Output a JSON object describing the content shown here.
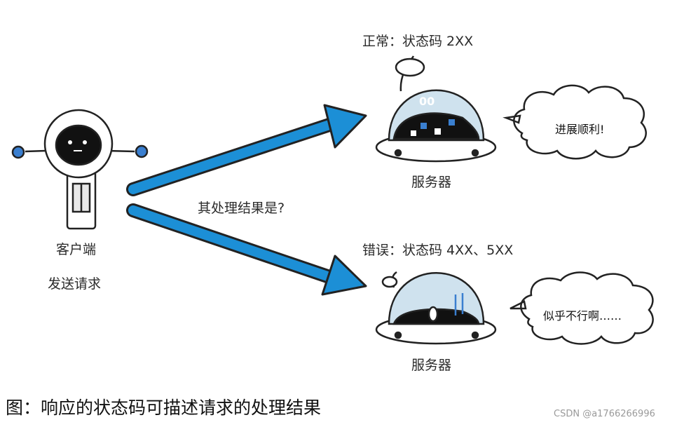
{
  "client": {
    "line1": "客户端",
    "line2": "发送请求"
  },
  "question": "其处理结果是?",
  "success": {
    "status_label": "正常：状态码 2XX",
    "server_label": "服务器",
    "bubble": "进展顺利!"
  },
  "error": {
    "status_label": "错误：状态码 4XX、5XX",
    "server_label": "服务器",
    "bubble": "似乎不行啊……"
  },
  "caption": "图：响应的状态码可描述请求的处理结果",
  "watermark": "CSDN @a1766266996",
  "colors": {
    "arrow": "#1c8fd6",
    "dome": "#cfe2ee",
    "robot_face": "#111111",
    "outline": "#222222"
  }
}
